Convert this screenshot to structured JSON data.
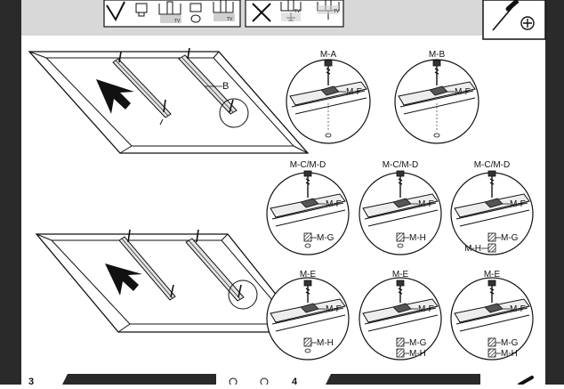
{
  "tv_labels": {
    "top_tv_b": "B"
  },
  "mini_tv_text": "TV",
  "row1": [
    {
      "screw": "M-A",
      "washer": "M-F",
      "spacers": []
    },
    {
      "screw": "M-B",
      "washer": "M-F",
      "spacers": []
    }
  ],
  "row2": [
    {
      "screw": "M-C/M-D",
      "washer": "M-F",
      "spacers": [
        "M-G"
      ]
    },
    {
      "screw": "M-C/M-D",
      "washer": "M-F",
      "spacers": [
        "M-H"
      ]
    },
    {
      "screw": "M-C/M-D",
      "washer": "M-F",
      "spacers": [
        "M-G",
        "M-H"
      ]
    }
  ],
  "row3": [
    {
      "screw": "M-E",
      "washer": "M-F",
      "spacers": [
        "M-H"
      ]
    },
    {
      "screw": "M-E",
      "washer": "M-F",
      "spacers": [
        "M-G",
        "M-H"
      ]
    },
    {
      "screw": "M-E",
      "washer": "M-F",
      "spacers": [
        "M-G",
        "M-H"
      ]
    }
  ],
  "footer": {
    "step_left": "3",
    "step_right": "4"
  },
  "icons": [
    "checkmark-icon",
    "cross-icon",
    "screwdriver-icon",
    "phillips-head-icon",
    "arrow-up-icon"
  ],
  "colors": {
    "frame": "#2a2a2a",
    "header_band": "#d8d8d8",
    "rail_fill": "#e2e2e2",
    "line": "#111111"
  }
}
